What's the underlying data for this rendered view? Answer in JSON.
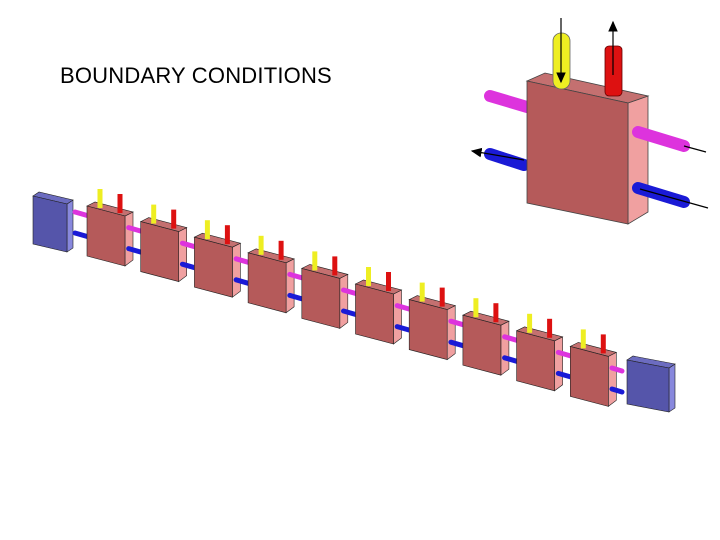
{
  "slide": {
    "title": "BOUNDARY CONDITIONS"
  },
  "diagram": {
    "cell_count": 10,
    "end_cap_count": 2,
    "colors": {
      "cell_front": "#b55a5a",
      "cell_side": "#f0a0a0",
      "cell_top": "#c47070",
      "end_cap_front": "#5555aa",
      "end_cap_side": "#8888dd",
      "pipe_magenta": "#dd33dd",
      "pipe_blue": "#1a1ad6",
      "pipe_yellow": "#eeee22",
      "pipe_red": "#dd1111",
      "outline": "#222222"
    }
  }
}
